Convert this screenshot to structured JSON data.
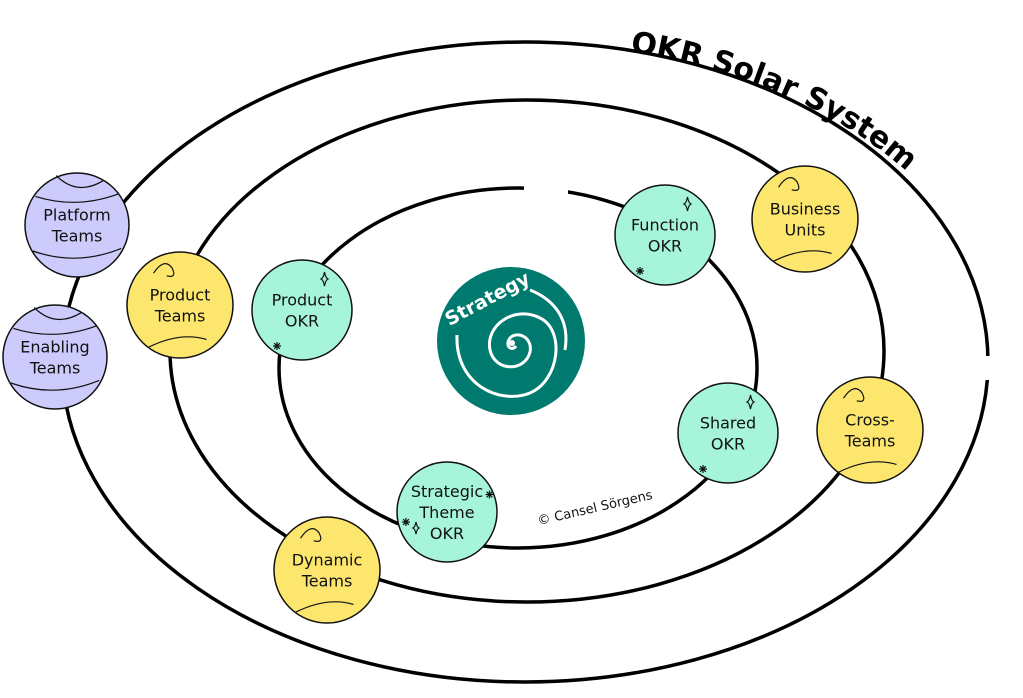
{
  "title": "OKR Solar System",
  "center": {
    "label": "Strategy",
    "color": "#007a6e"
  },
  "copyright": "© Cansel Sörgens",
  "colors": {
    "purple": "#cccbfc",
    "yellow": "#fce66e",
    "mint": "#a6f5da"
  },
  "nodes": [
    {
      "id": "platform",
      "lines": [
        "Platform",
        "Teams"
      ],
      "type": "purple"
    },
    {
      "id": "enabling",
      "lines": [
        "Enabling",
        "Teams"
      ],
      "type": "purple"
    },
    {
      "id": "product-teams",
      "lines": [
        "Product",
        "Teams"
      ],
      "type": "yellow"
    },
    {
      "id": "dynamic",
      "lines": [
        "Dynamic",
        "Teams"
      ],
      "type": "yellow"
    },
    {
      "id": "business",
      "lines": [
        "Business",
        "Units"
      ],
      "type": "yellow"
    },
    {
      "id": "cross",
      "lines": [
        "Cross-",
        "Teams"
      ],
      "type": "yellow"
    },
    {
      "id": "product-okr",
      "lines": [
        "Product",
        "OKR"
      ],
      "type": "mint"
    },
    {
      "id": "function-okr",
      "lines": [
        "Function",
        "OKR"
      ],
      "type": "mint"
    },
    {
      "id": "shared-okr",
      "lines": [
        "Shared",
        "OKR"
      ],
      "type": "mint"
    },
    {
      "id": "strategic-okr",
      "lines": [
        "Strategic",
        "Theme",
        "OKR"
      ],
      "type": "mint"
    }
  ]
}
